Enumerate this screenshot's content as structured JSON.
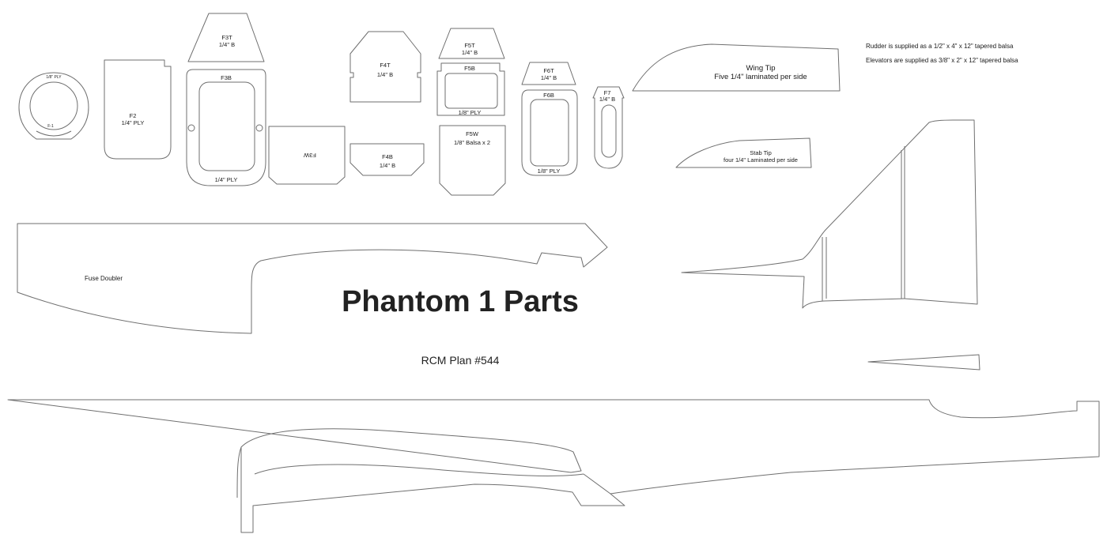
{
  "title": "Phantom 1 Parts",
  "subtitle": "RCM Plan #544",
  "notes": {
    "rudder": "Rudder is supplied as a 1/2\" x 4\" x 12\" tapered balsa",
    "elevators": "Elevators are supplied as 3/8\" x 2\" x 12\" tapered balsa"
  },
  "parts": {
    "f1": {
      "name": "F-1",
      "material": "1/8\" PLY"
    },
    "f2": {
      "name": "F2",
      "material": "1/4\" PLY"
    },
    "f3t": {
      "name": "F3T",
      "material": "1/4\" B"
    },
    "f3b": {
      "name": "F3B",
      "material": "1/4\" PLY"
    },
    "f3w": {
      "name": "F3W"
    },
    "f4t": {
      "name": "F4T",
      "material": "1/4\" B"
    },
    "f4b": {
      "name": "F4B",
      "material": "1/4\" B"
    },
    "f5t": {
      "name": "F5T",
      "material": "1/4\" B"
    },
    "f5b": {
      "name": "F5B",
      "material": "1/8\" PLY"
    },
    "f5w": {
      "name": "F5W",
      "material": "1/8\" Balsa x 2"
    },
    "f6t": {
      "name": "F6T",
      "material": "1/4\" B"
    },
    "f6b": {
      "name": "F6B",
      "material": "1/8\" PLY"
    },
    "f7": {
      "name": "F7",
      "material": "1/4\" B"
    },
    "wing_tip": {
      "name": "Wing Tip",
      "material": "Five 1/4\" laminated per side"
    },
    "stab_tip": {
      "name": "Stab Tip",
      "material": "four 1/4\" Laminated per side"
    },
    "fuse_doubler": {
      "name": "Fuse Doubler"
    }
  }
}
